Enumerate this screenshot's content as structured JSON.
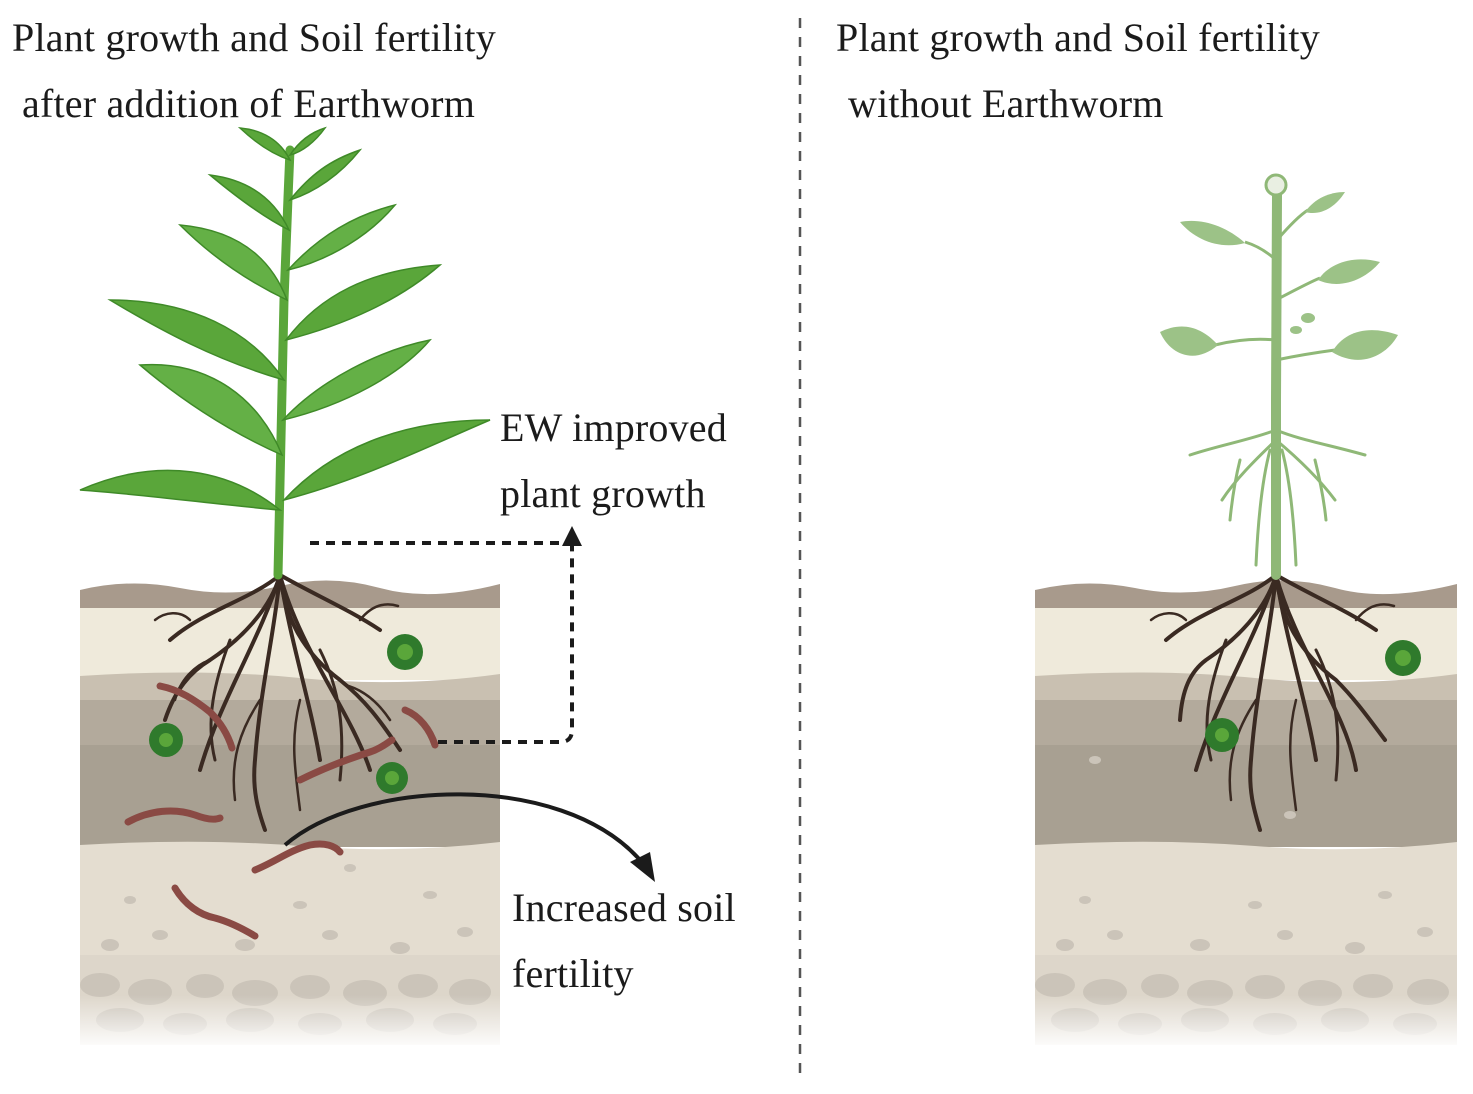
{
  "left_panel": {
    "title_line1": "Plant growth and Soil fertility",
    "title_line2": "after addition of Earthworm",
    "annotation_growth_line1": "EW improved",
    "annotation_growth_line2": "plant growth",
    "annotation_soil_line1": "Increased soil",
    "annotation_soil_line2": "fertility"
  },
  "right_panel": {
    "title_line1": "Plant growth and Soil fertility",
    "title_line2": "without Earthworm"
  },
  "colors": {
    "leaf_healthy": "#5aa63a",
    "leaf_pale": "#9cc287",
    "root": "#3a2a22",
    "earthworm": "#8a4a44",
    "microbe": "#2f7a2c",
    "soil_top": "#a89a8c",
    "soil_light": "#efeadb",
    "soil_mid": "#b3aa9c",
    "soil_deep": "#e4ddd0",
    "stones": "#d2ccc3"
  }
}
